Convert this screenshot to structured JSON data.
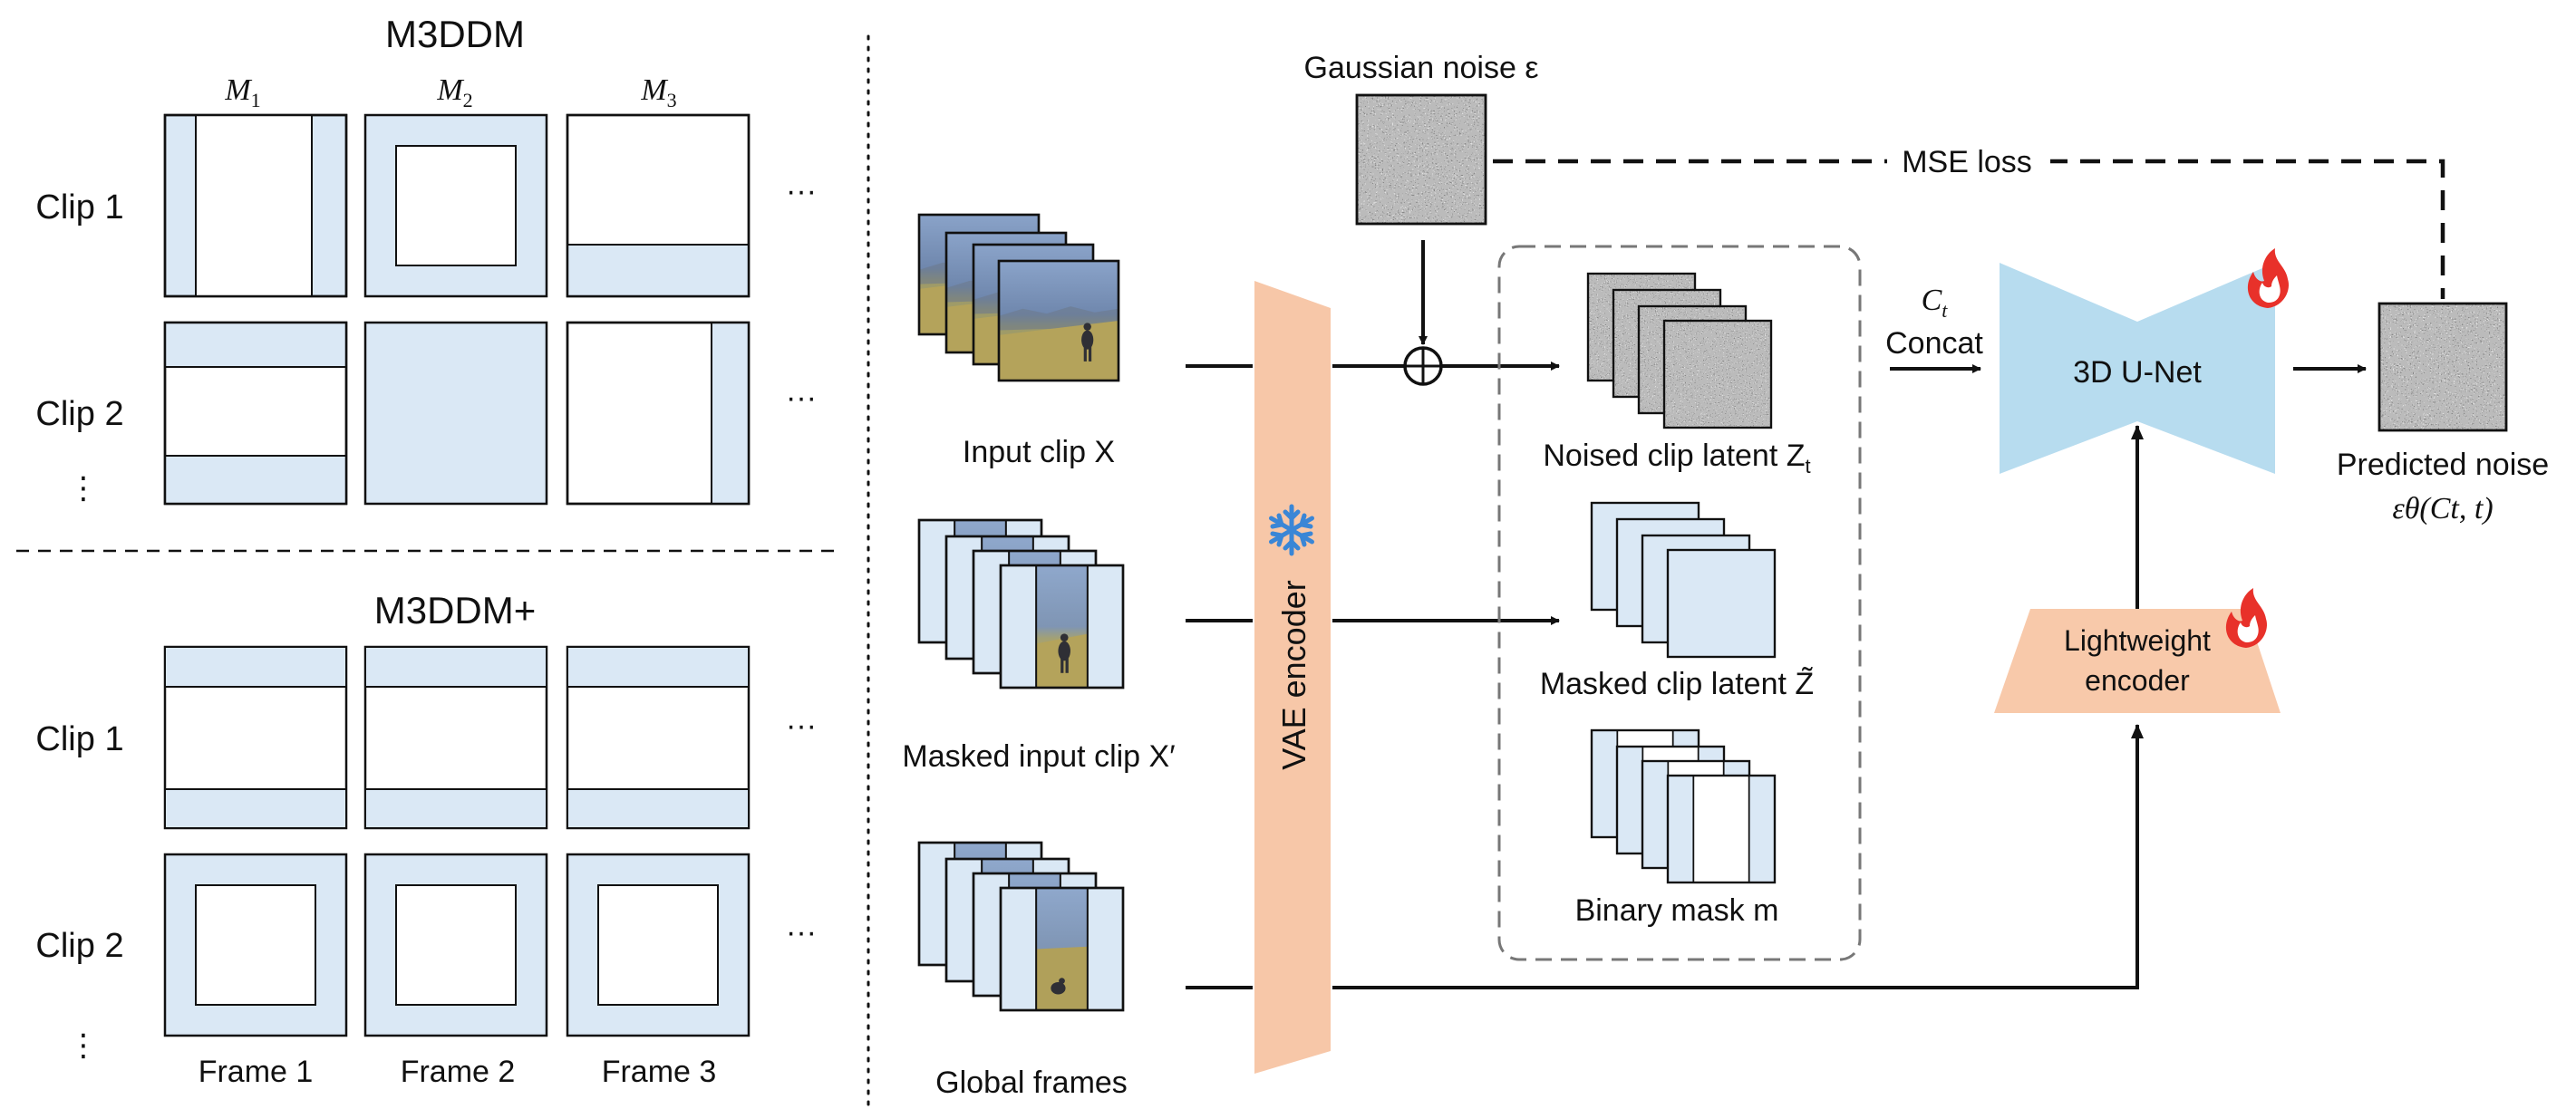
{
  "left_panel": {
    "m3ddm": {
      "title": "M3DDM",
      "column_labels": [
        "M",
        "M",
        "M"
      ],
      "column_subscripts": [
        "1",
        "2",
        "3"
      ],
      "rows": [
        {
          "label": "Clip 1",
          "masks": [
            "lr",
            "all",
            "bottom"
          ]
        },
        {
          "label": "Clip 2",
          "masks": [
            "tb",
            "full",
            "right"
          ]
        }
      ]
    },
    "m3ddm_plus": {
      "title": "M3DDM+",
      "rows": [
        {
          "label": "Clip 1",
          "masks": [
            "tb",
            "tb",
            "tb"
          ]
        },
        {
          "label": "Clip 2",
          "masks": [
            "all",
            "all",
            "all"
          ]
        }
      ],
      "frame_labels": [
        "Frame 1",
        "Frame 2",
        "Frame 3"
      ]
    },
    "ellipsis": "···",
    "vertical_ellipsis": "⋮"
  },
  "pipeline": {
    "gaussian_noise_label": "Gaussian noise ε",
    "mse_loss_label": "MSE loss",
    "input_clip_label": "Input clip X",
    "masked_input_label": "Masked input clip X′",
    "global_frames_label": "Global frames",
    "vae_encoder_label": "VAE encoder",
    "noised_latent_label": "Noised clip latent Z",
    "noised_latent_sub": "t",
    "masked_latent_label": "Masked clip latent Z̃",
    "binary_mask_label": "Binary mask m",
    "ct_label": "C",
    "ct_sub": "t",
    "concat_label": "Concat",
    "unet_label": "3D U-Net",
    "lightweight_label_1": "Lightweight",
    "lightweight_label_2": "encoder",
    "predicted_noise_label": "Predicted noise",
    "predicted_noise_formula": "εθ(Ct, t)"
  },
  "colors": {
    "mask_blue": "#dae8f5",
    "vae_orange": "#f7c7a8",
    "unet_blue": "#b7dcef",
    "lightweight_orange": "#f8c9aa",
    "flame_red": "#e8312a",
    "snowflake_blue": "#3a86d6",
    "sky": "#7d9bc4",
    "grass": "#a89a55"
  },
  "icons": [
    "snowflake-icon",
    "flame-icon",
    "oplus-icon"
  ]
}
